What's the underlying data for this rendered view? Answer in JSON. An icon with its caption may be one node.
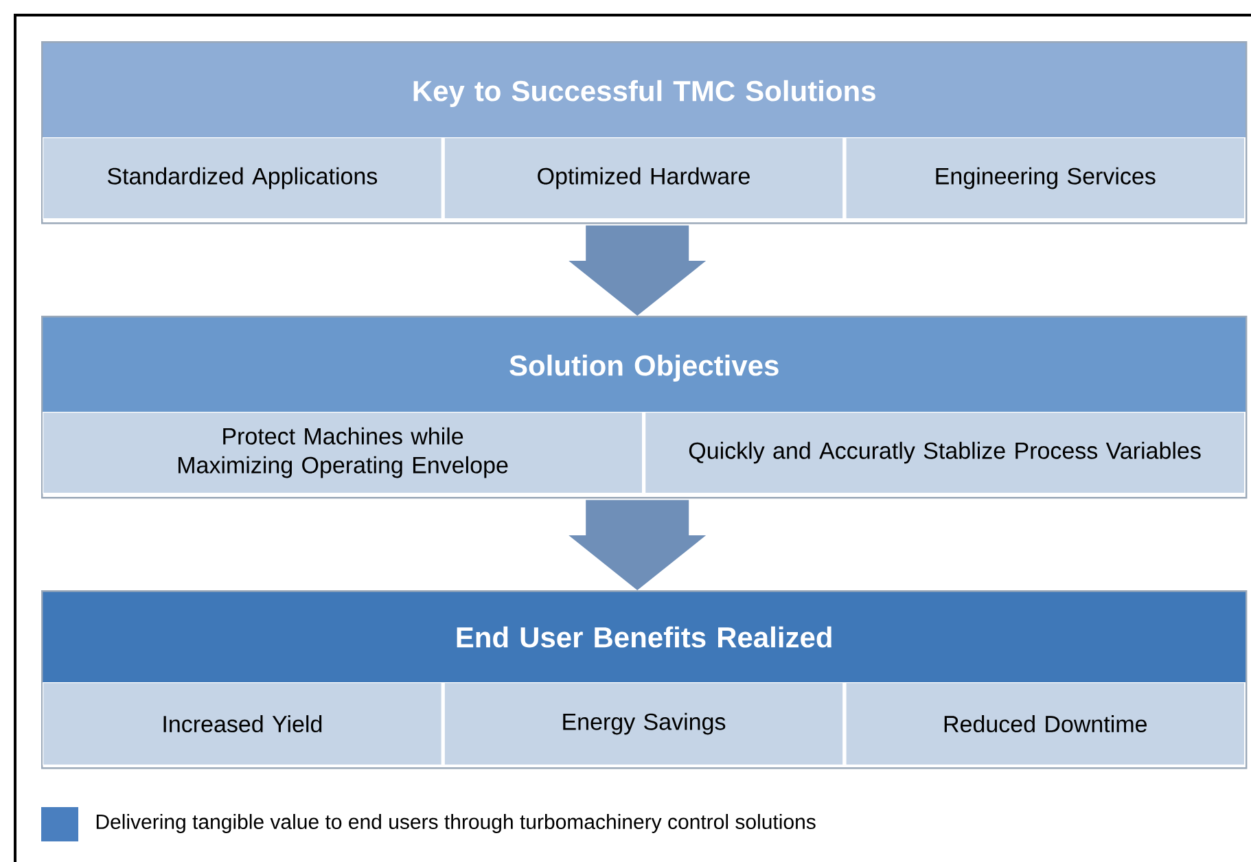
{
  "diagram": {
    "nodes": [
      {
        "text": [
          "Key to Successful TMC Solutions"
        ]
      },
      {
        "text": [
          "Standardized Applications"
        ],
        "in": 0
      },
      {
        "text": [
          "Optimized Hardware"
        ],
        "in": 0
      },
      {
        "text": [
          "Engineering Services"
        ],
        "in": 0
      },
      {
        "text": [
          "Solution Objectives"
        ]
      },
      {
        "text": [
          "Protect Machines while Maximizing Operating Envelope"
        ],
        "in": 4
      },
      {
        "text": [
          "Quickly and Accuratly Stablize Process Variables"
        ],
        "in": 4
      },
      {
        "text": [
          "End User Benefits Realized"
        ]
      },
      {
        "text": [
          "Increased Yield"
        ],
        "in": 7
      },
      {
        "text": [
          "Energy Savings"
        ],
        "in": 7
      },
      {
        "text": [
          "Reduced Downtime"
        ],
        "in": 7
      }
    ],
    "edges": [
      {
        "from": 0,
        "to": 4,
        "arrow": "to",
        "style": "thick"
      },
      {
        "from": 4,
        "to": 7,
        "arrow": "to",
        "style": "thick"
      }
    ],
    "legend": [
      {
        "text": "Delivering tangible value to end users through turbomachinery control solutions",
        "color": "#4a7fbf"
      }
    ]
  }
}
